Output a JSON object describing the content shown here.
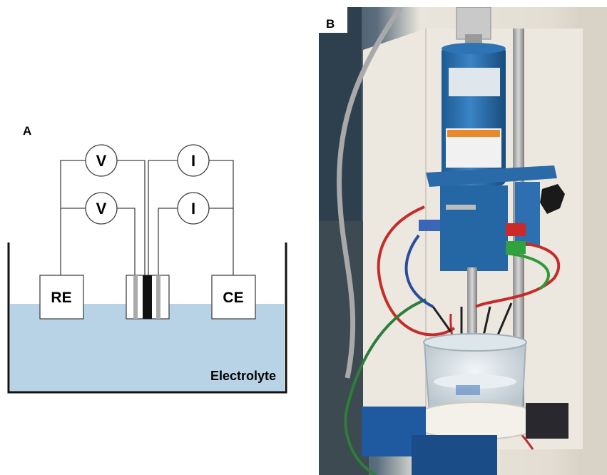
{
  "panel_a": {
    "label": "A",
    "meters": {
      "voltmeter_top": "V",
      "voltmeter_bottom": "V",
      "ammeter_top": "I",
      "ammeter_bottom": "I"
    },
    "reference_electrode": "RE",
    "counter_electrode": "CE",
    "electrolyte_label": "Electrolyte",
    "colors": {
      "electrolyte": "#b8d3e6",
      "line": "#444444",
      "tank_wall": "#111111",
      "working_electrode_core": "#111111",
      "working_electrode_layer": "#aaaaaa"
    }
  },
  "panel_b": {
    "label": "B"
  }
}
